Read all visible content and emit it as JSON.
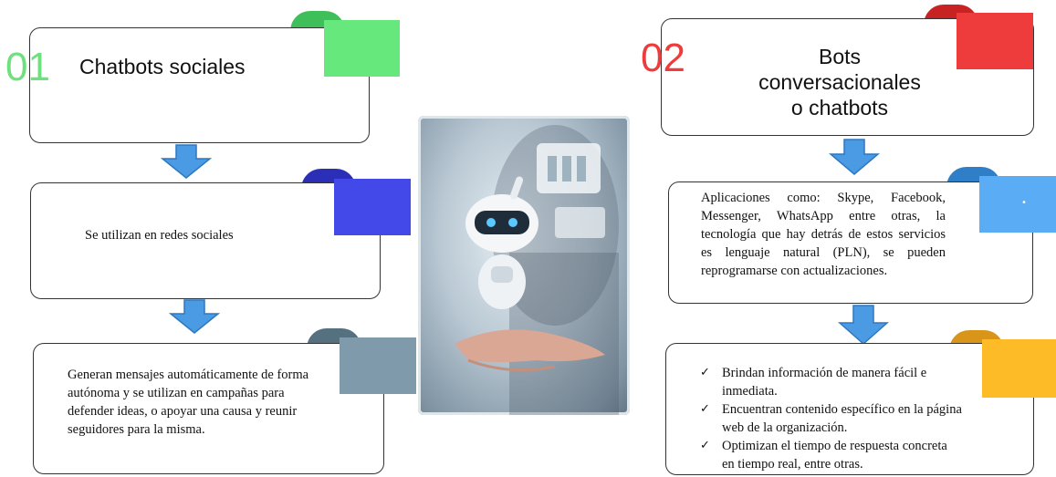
{
  "left": {
    "number": "01",
    "title": "Chatbots sociales",
    "box2_text": "Se utilizan en redes sociales",
    "box3_text": "Generan mensajes automáticamente de forma autónoma y se utilizan en campañas para defender ideas, o apoyar una causa y reunir seguidores para la misma.",
    "tab_colors": [
      "#66e87c",
      "#4348e8",
      "#7f9aaa"
    ]
  },
  "right": {
    "number": "02",
    "title_lines": [
      "Bots",
      "conversacionales",
      "o chatbots"
    ],
    "box2_text": "Aplicaciones como: Skype, Facebook, Messenger, WhatsApp entre otras, la tecnología que hay detrás de estos servicios es lenguaje natural (PLN), se pueden reprogramarse con actualizaciones.",
    "box2_tab_mark": "•",
    "checks": [
      "Brindan información de manera fácil e inmediata.",
      "Encuentran contenido específico en la página web de la organización.",
      "Optimizan el tiempo de respuesta concreta en tiempo real, entre otras."
    ],
    "tab_colors": [
      "#ee3b3b",
      "#5aacf5",
      "#fdbb27"
    ]
  },
  "colors": {
    "num01": "#6ee07e",
    "num02": "#ee3b3b",
    "arrow": "#4a9be3",
    "arrow_stroke": "#2e78c0"
  },
  "center_image": {
    "icon": "robot-hand-photo"
  }
}
